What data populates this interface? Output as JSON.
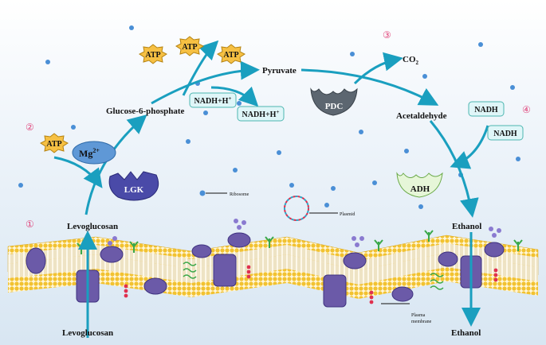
{
  "labels": {
    "levoglucosan_inside": "Levoglucosan",
    "levoglucosan_outside": "Levoglucosan",
    "g6p": "Glucose-6-phosphate",
    "pyruvate": "Pyruvate",
    "acetaldehyde": "Acetaldehyde",
    "ethanol_inside": "Ethanol",
    "ethanol_outside": "Ethanol",
    "co2": "CO",
    "co2_sub": "2",
    "mg": "Mg",
    "mg_sup": "2+",
    "ribosome": "Ribosome",
    "plasmid": "Plasmid",
    "membrane_line1": "Plasma",
    "membrane_line2": "membrane"
  },
  "enzymes": {
    "lgk": "LGK",
    "pdc": "PDC",
    "adh": "ADH"
  },
  "atp_label": "ATP",
  "nadh_h": {
    "base": "NADH+H",
    "sup": "+"
  },
  "nadh": "NADH",
  "step_numbers": [
    "①",
    "②",
    "③",
    "④"
  ],
  "colors": {
    "arrow": "#1a9fbf",
    "atp": "#f6c043",
    "nadh_box": "#dff6f8",
    "membrane_head": "#f2c230",
    "protein": "#6b5aa8"
  }
}
